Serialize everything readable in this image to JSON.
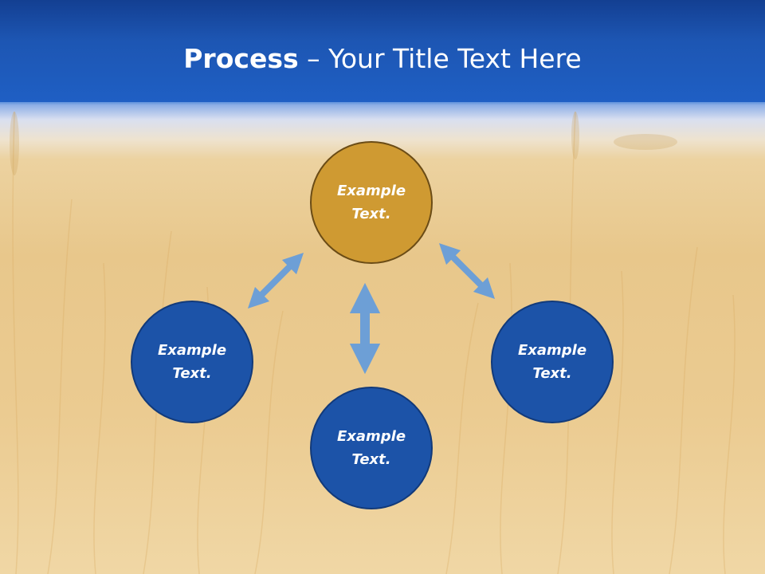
{
  "title": {
    "bold_part": "Process",
    "rest": " – Your Title Text Here"
  },
  "nodes": {
    "top": {
      "line1": "Example",
      "line2": "Text."
    },
    "left": {
      "line1": "Example",
      "line2": "Text."
    },
    "right": {
      "line1": "Example",
      "line2": "Text."
    },
    "bottom": {
      "line1": "Example",
      "line2": "Text."
    }
  },
  "colors": {
    "title_bar": "#1d56b3",
    "accent_node": "#cf9a32",
    "primary_node": "#1c53a8",
    "arrow": "#6d9fd6",
    "background_field": "#e9c98f"
  }
}
